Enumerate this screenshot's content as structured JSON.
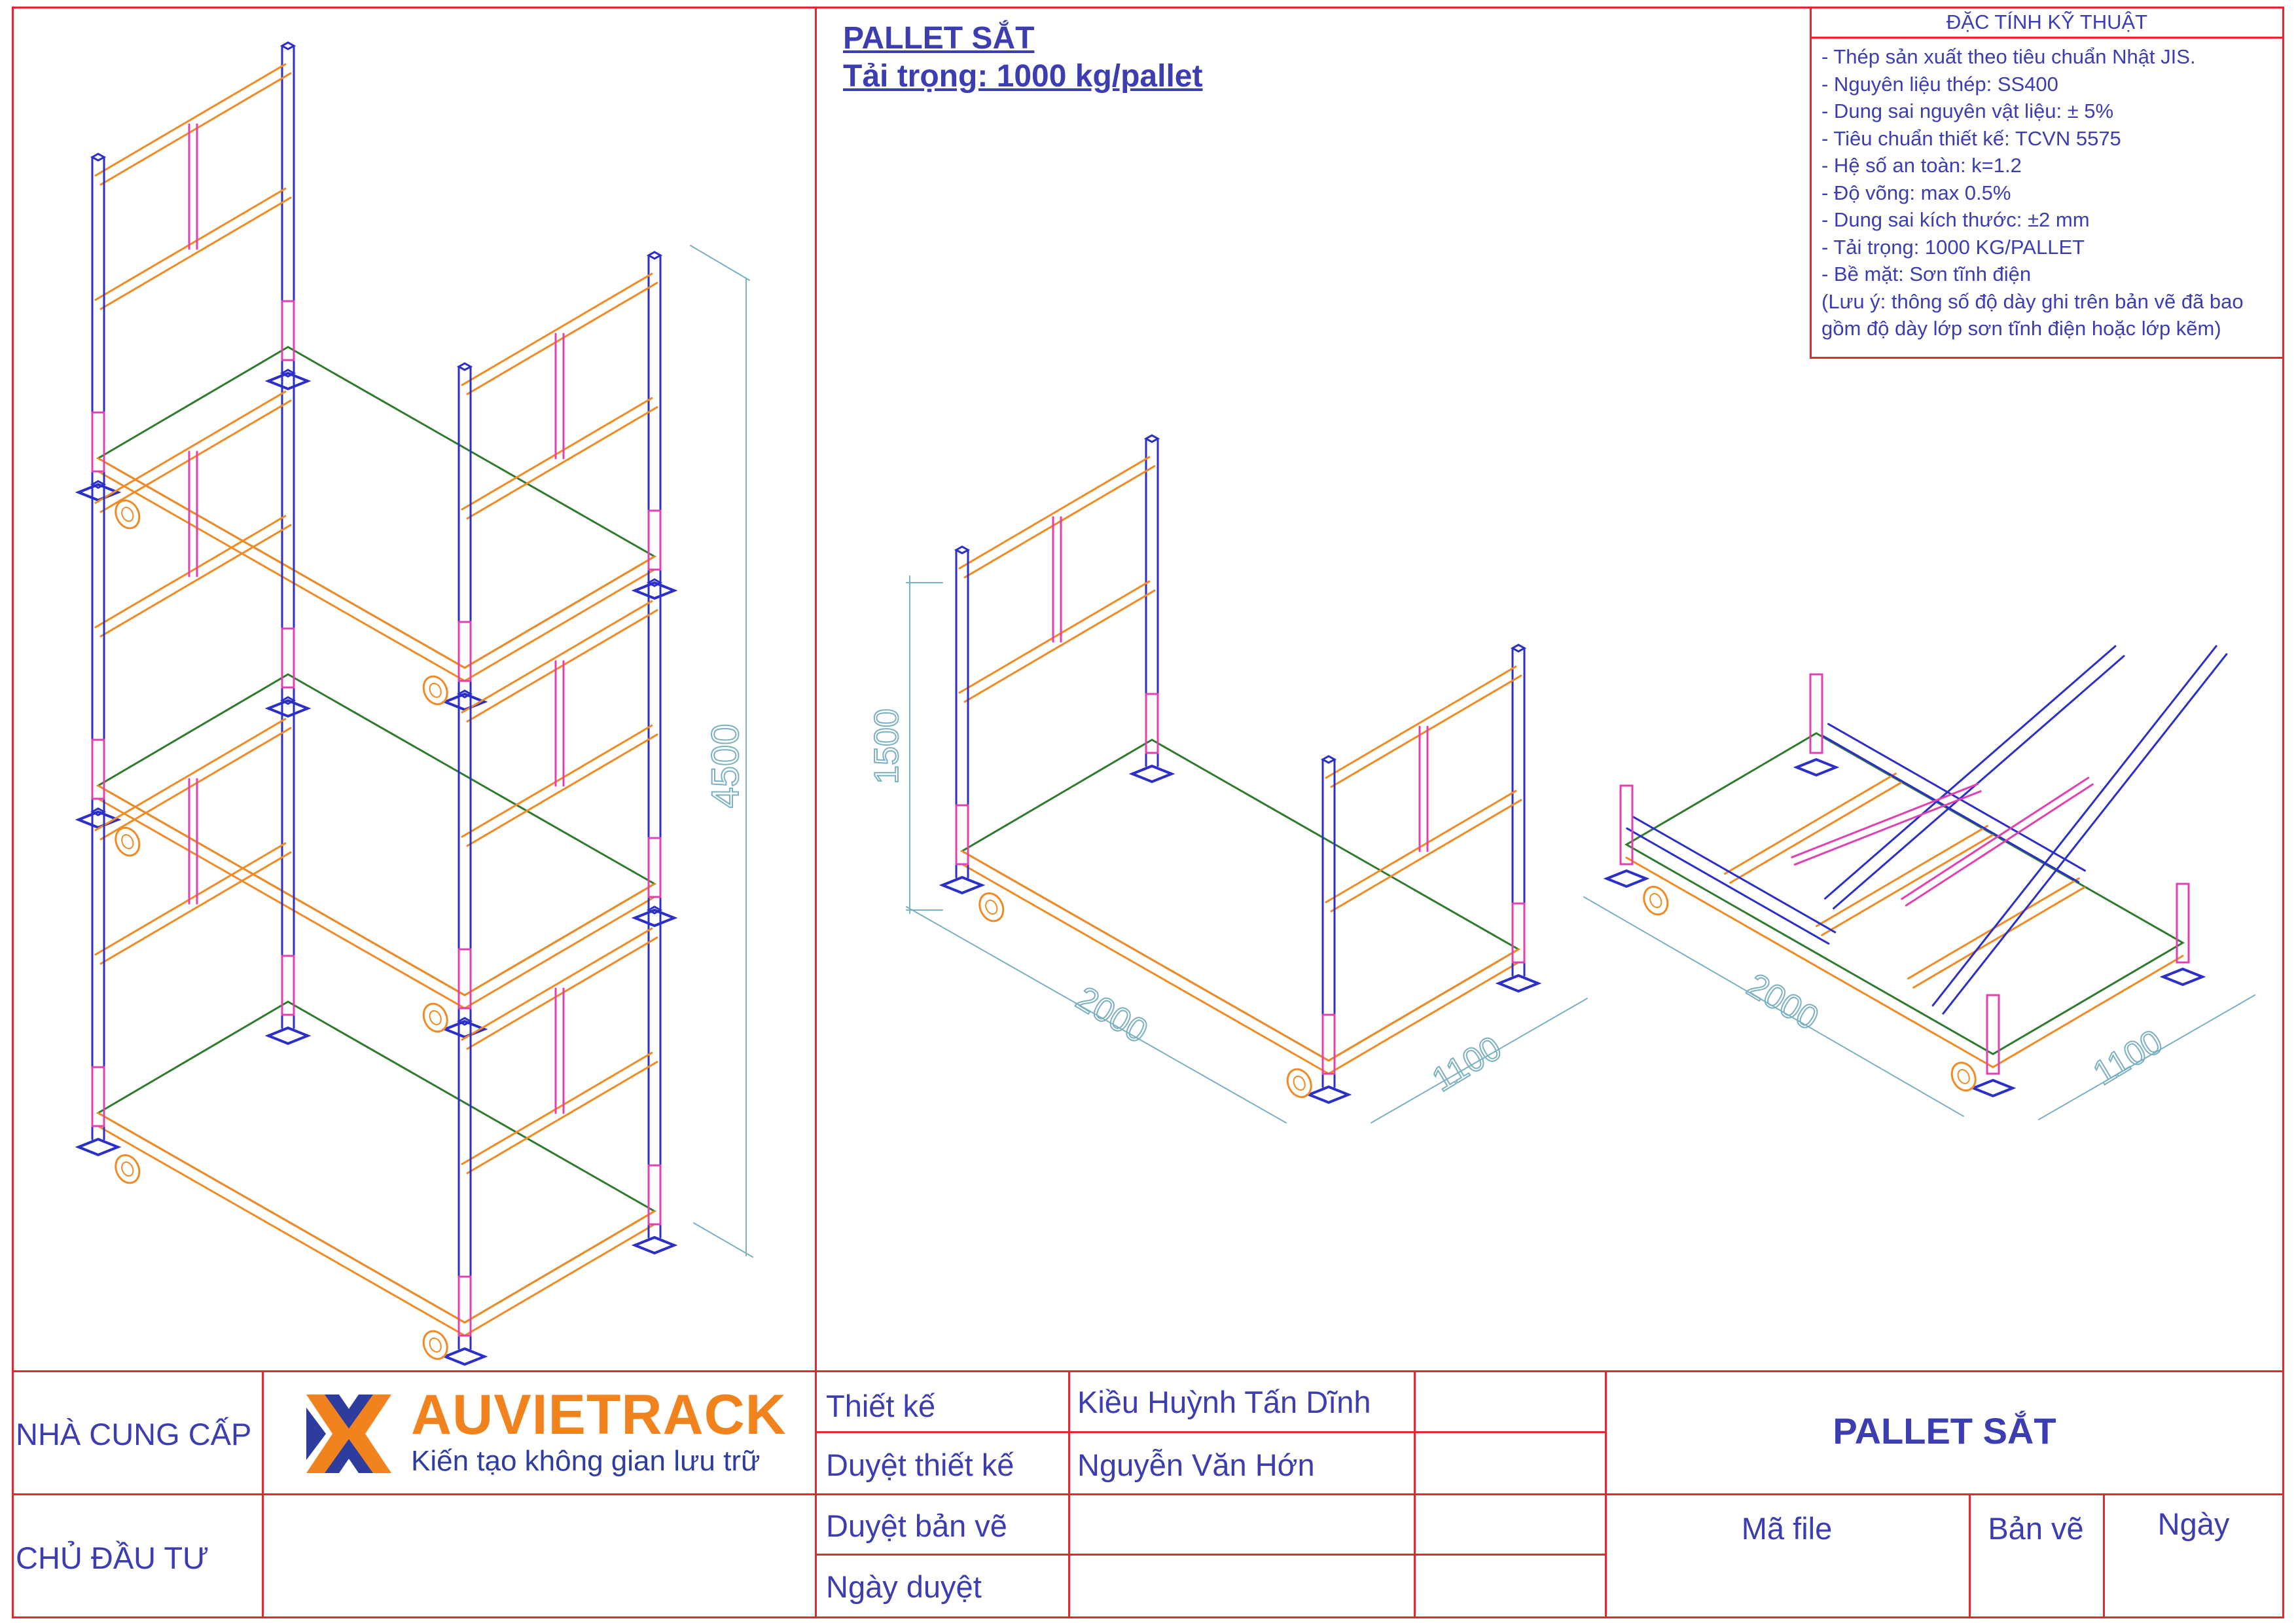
{
  "header": {
    "title": "PALLET SẮT",
    "load": "Tải trọng: 1000 kg/pallet"
  },
  "specs": {
    "heading": "ĐẶC TÍNH KỸ THUẬT",
    "lines": [
      "- Thép sản xuất theo tiêu chuẩn Nhật JIS.",
      "- Nguyên liệu thép: SS400",
      "- Dung sai nguyên vật liệu: ± 5%",
      "- Tiêu chuẩn thiết kế: TCVN 5575",
      "- Hệ số an toàn: k=1.2",
      "- Độ võng: max 0.5%",
      "- Dung sai kích thước: ±2 mm",
      "- Tải trọng: 1000 KG/PALLET",
      "- Bề mặt: Sơn tĩnh điện",
      "(Lưu ý: thông số độ dày ghi trên bản vẽ đã bao",
      "gồm độ dày lớp sơn tĩnh điện hoặc lớp kẽm)"
    ]
  },
  "dimensions": {
    "stack_height": "4500",
    "single_height": "1500",
    "length_a": "2000",
    "width_a": "1100",
    "length_b": "2000",
    "width_b": "1100"
  },
  "title_block": {
    "supplier_label": "NHÀ CUNG CẤP",
    "investor_label": "CHỦ ĐẦU TƯ",
    "brand": "AUVIETRACK",
    "slogan": "Kiến tạo không gian lưu trữ",
    "design_label": "Thiết kế",
    "design_name": "Kiều Huỳnh Tấn Dĩnh",
    "design_review_label": "Duyệt thiết kế",
    "design_review_name": "Nguyễn Văn Hớn",
    "drawing_review_label": "Duyệt bản vẽ",
    "approval_date_label": "Ngày duyệt",
    "product": "PALLET SẮT",
    "file_code_label": "Mã file",
    "sheet_label": "Bản vẽ",
    "date_label": "Ngày"
  },
  "colors": {
    "frame": "#e8262f",
    "text": "#3b3db0",
    "post": "#2b2fc7",
    "beam": "#f08a24",
    "brace": "#e040b0",
    "deck": "#2f7a2f",
    "dimension": "#7ab0c0"
  }
}
